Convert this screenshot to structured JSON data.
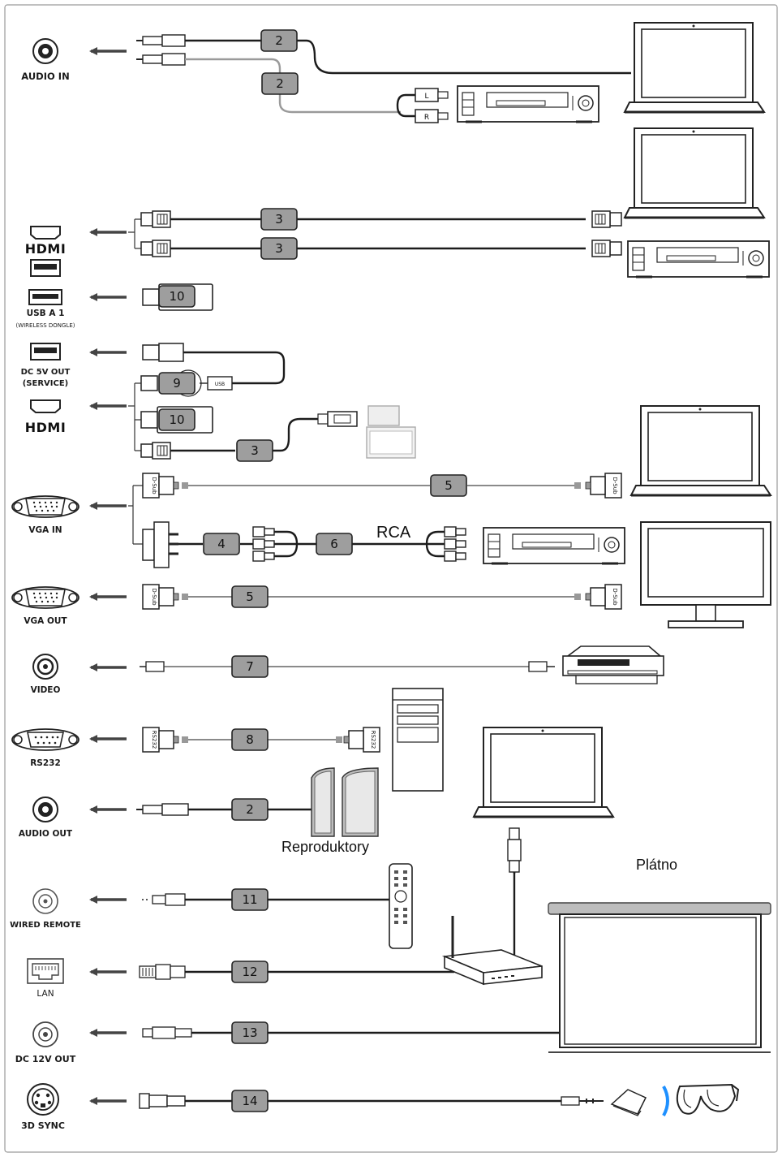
{
  "ports": {
    "audio_in": "AUDIO IN",
    "hdmi_1": "HDMI",
    "usb_a": "USB A 1",
    "usb_a_sub": "(WIRELESS DONGLE)",
    "dc5v_1": "DC 5V OUT",
    "dc5v_2": "(SERVICE)",
    "hdmi_2": "HDMI",
    "vga_in": "VGA IN",
    "vga_out": "VGA OUT",
    "video": "VIDEO",
    "rs232": "RS232",
    "audio_out": "AUDIO OUT",
    "wired_remote": "WIRED REMOTE",
    "lan": "LAN",
    "dc12v": "DC 12V OUT",
    "sync3d": "3D SYNC"
  },
  "cables": {
    "audio_laptop": "2",
    "audio_dvd": "2",
    "hdmi_laptop": "3",
    "hdmi_dvd": "3",
    "usb_dongle": "10",
    "dc5v": "9",
    "hdmi_dongle": "10",
    "hdmi_stick": "3",
    "vga_in": "5",
    "vga_component": "4",
    "rca": "6",
    "vga_out": "5",
    "video": "7",
    "rs232": "8",
    "audio_out": "2",
    "wired_remote": "11",
    "lan": "12",
    "dc12v": "13",
    "sync3d": "14"
  },
  "connector_text": {
    "dsub": "D-Sub",
    "rs232": "RS232",
    "usb": "USB",
    "left": "L",
    "right": "R"
  },
  "callouts": {
    "rca": "RCA",
    "speakers": "Reproduktory",
    "screen": "Plátno"
  }
}
